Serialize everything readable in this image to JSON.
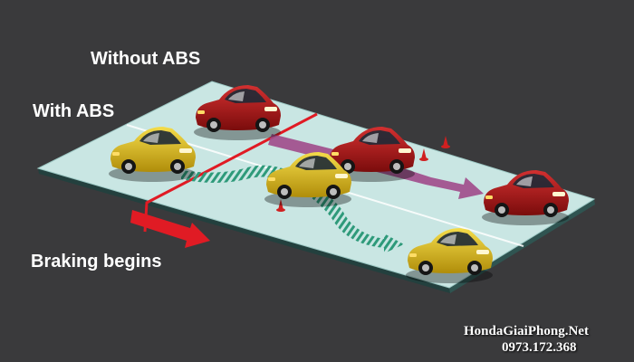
{
  "labels": {
    "without_abs": "Without ABS",
    "with_abs": "With ABS",
    "braking_begins": "Braking begins"
  },
  "watermark": {
    "site": "HondaGiaiPhong.Net",
    "phone": "0973.172.368"
  },
  "colors": {
    "background": "#3a3a3c",
    "road": "#c9e6e3",
    "road_edge": "#3f6f6c",
    "braking_line": "#e01b24",
    "path_without_abs": "#a04a8a",
    "path_with_abs": "#2e9a7a",
    "car_without_abs": "#a81616",
    "car_with_abs": "#d6b418",
    "cone": "#d02020"
  }
}
